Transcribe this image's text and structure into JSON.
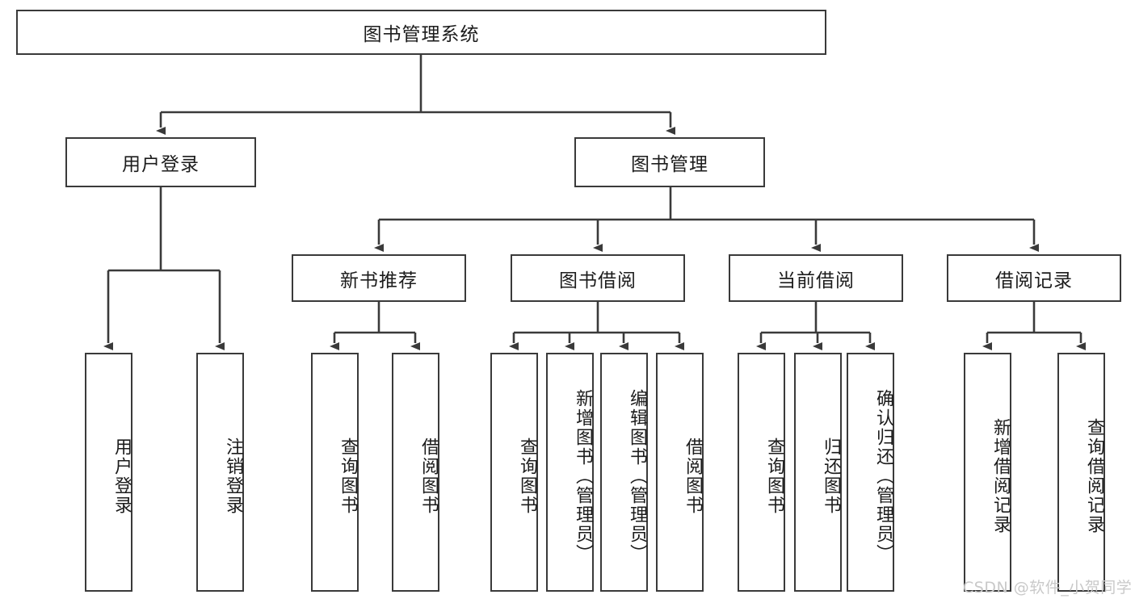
{
  "diagram": {
    "title_node": {
      "label": "图书管理系统"
    },
    "level2": [
      {
        "id": "user-login",
        "label": "用户登录"
      },
      {
        "id": "book-management",
        "label": "图书管理"
      }
    ],
    "level3": [
      {
        "id": "new-book-recommend",
        "label": "新书推荐"
      },
      {
        "id": "book-borrow",
        "label": "图书借阅"
      },
      {
        "id": "current-borrow",
        "label": "当前借阅"
      },
      {
        "id": "borrow-record",
        "label": "借阅记录"
      }
    ],
    "leaves": {
      "user_login": [
        {
          "id": "user-login-leaf",
          "label": "用户登录"
        },
        {
          "id": "logout-leaf",
          "label": "注销登录"
        }
      ],
      "new_book_recommend": [
        {
          "id": "query-book-1",
          "label": "查询图书"
        },
        {
          "id": "borrow-book-1",
          "label": "借阅图书"
        }
      ],
      "book_borrow": [
        {
          "id": "query-book-2",
          "label": "查询图书"
        },
        {
          "id": "add-book",
          "label": "新增图书（管理员）"
        },
        {
          "id": "edit-book",
          "label": "编辑图书（管理员）"
        },
        {
          "id": "borrow-book-2",
          "label": "借阅图书"
        }
      ],
      "current_borrow": [
        {
          "id": "query-book-3",
          "label": "查询图书"
        },
        {
          "id": "return-book",
          "label": "归还图书"
        },
        {
          "id": "confirm-return",
          "label": "确认归还（管理员）"
        }
      ],
      "borrow_record": [
        {
          "id": "add-borrow-record",
          "label": "新增借阅记录"
        },
        {
          "id": "query-borrow-record",
          "label": "查询借阅记录"
        }
      ]
    }
  },
  "watermark": {
    "text": "CSDN @软件_小贺同学"
  },
  "colors": {
    "stroke": "#3a3a3a",
    "background": "#ffffff",
    "text": "#1c1c1c",
    "watermark": "#c9c9c9"
  }
}
